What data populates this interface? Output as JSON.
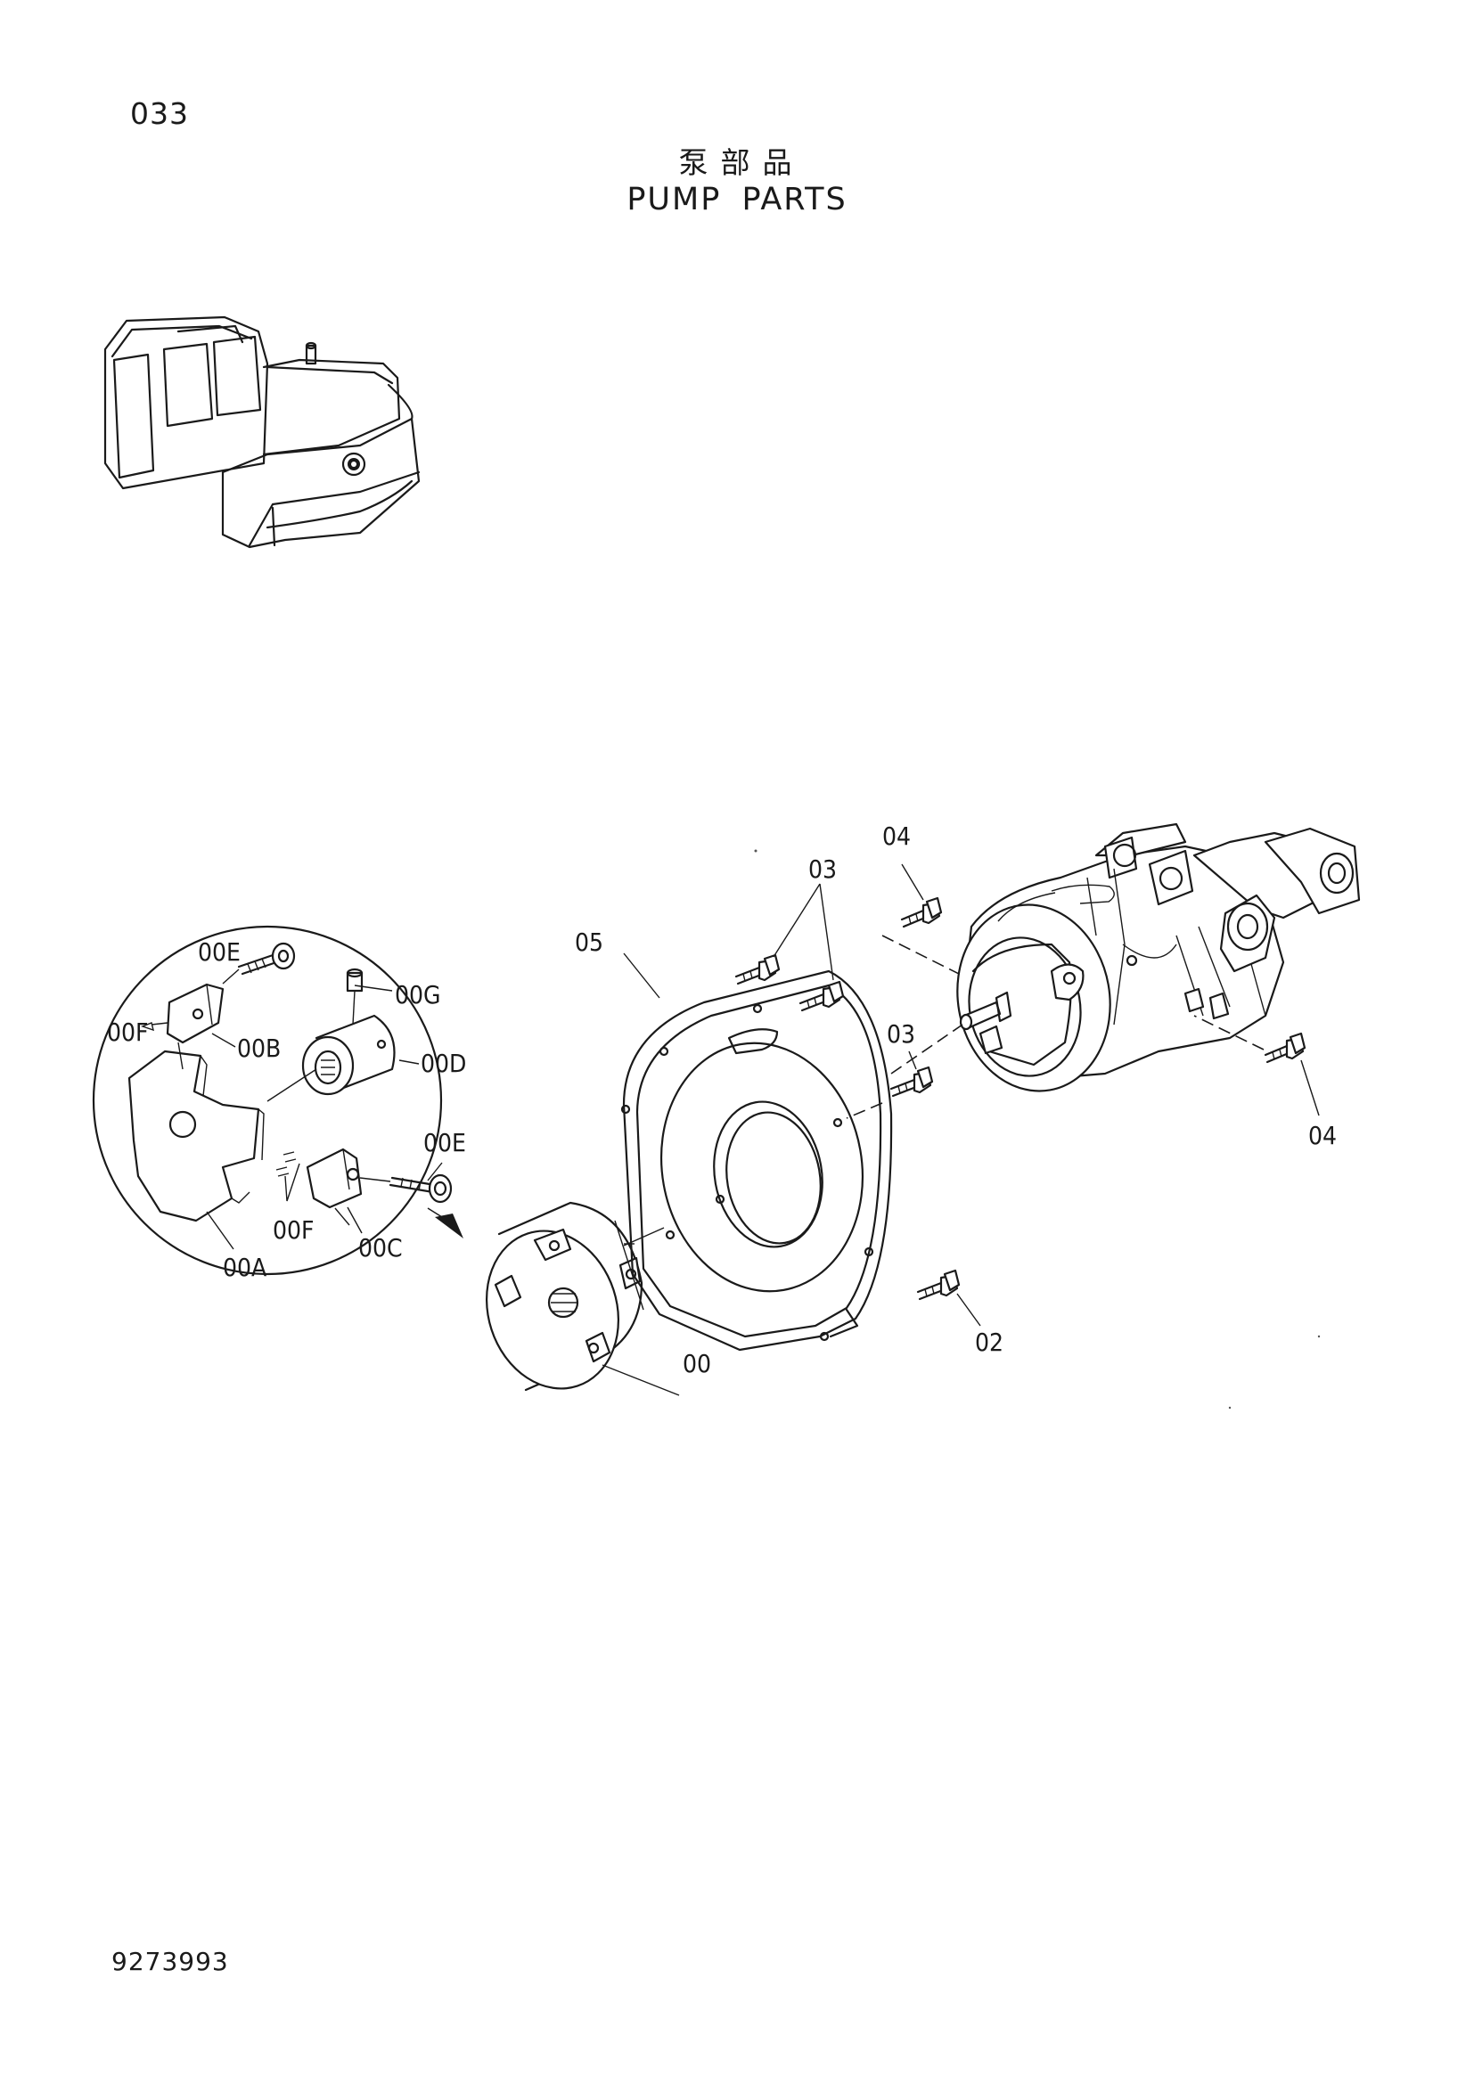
{
  "header": {
    "page_number": "033",
    "title_cn": "泵部品",
    "title_en": "PUMP PARTS"
  },
  "footer": {
    "doc_number": "9273993"
  },
  "callouts": {
    "c_00E_top": "00E",
    "c_00G": "00G",
    "c_00F_left": "00F",
    "c_00B": "00B",
    "c_00D": "00D",
    "c_00E_right": "00E",
    "c_00F_bottom": "00F",
    "c_00C": "00C",
    "c_00A": "00A",
    "c_00": "00",
    "c_05": "05",
    "c_03_top": "03",
    "c_03_mid": "03",
    "c_04_top": "04",
    "c_04_right": "04",
    "c_02": "02"
  }
}
